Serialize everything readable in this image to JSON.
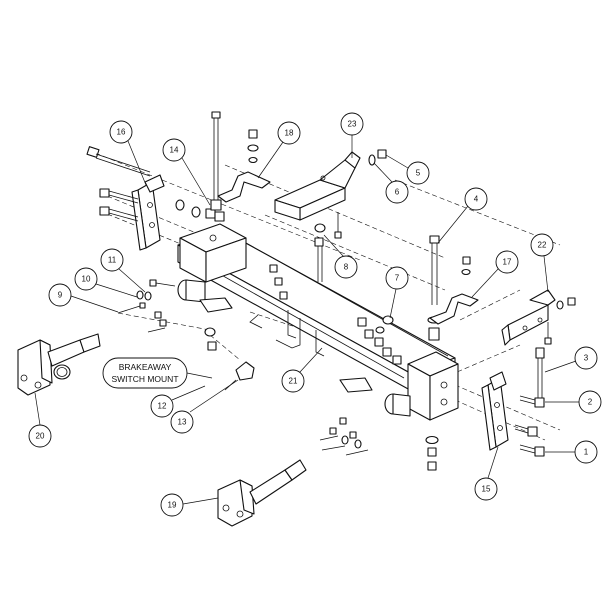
{
  "note": {
    "line1": "BRAKEAWAY",
    "line2": "SWITCH MOUNT"
  },
  "callouts": [
    {
      "id": "1",
      "label": "1"
    },
    {
      "id": "2",
      "label": "2"
    },
    {
      "id": "3",
      "label": "3"
    },
    {
      "id": "4",
      "label": "4"
    },
    {
      "id": "5",
      "label": "5"
    },
    {
      "id": "6",
      "label": "6"
    },
    {
      "id": "7",
      "label": "7"
    },
    {
      "id": "8",
      "label": "8"
    },
    {
      "id": "9",
      "label": "9"
    },
    {
      "id": "10",
      "label": "10"
    },
    {
      "id": "11",
      "label": "11"
    },
    {
      "id": "12",
      "label": "12"
    },
    {
      "id": "13",
      "label": "13"
    },
    {
      "id": "14",
      "label": "14"
    },
    {
      "id": "15",
      "label": "15"
    },
    {
      "id": "16",
      "label": "16"
    },
    {
      "id": "17",
      "label": "17"
    },
    {
      "id": "18",
      "label": "18"
    },
    {
      "id": "19",
      "label": "19"
    },
    {
      "id": "20",
      "label": "20"
    },
    {
      "id": "21",
      "label": "21"
    },
    {
      "id": "22",
      "label": "22"
    },
    {
      "id": "23",
      "label": "23"
    }
  ]
}
